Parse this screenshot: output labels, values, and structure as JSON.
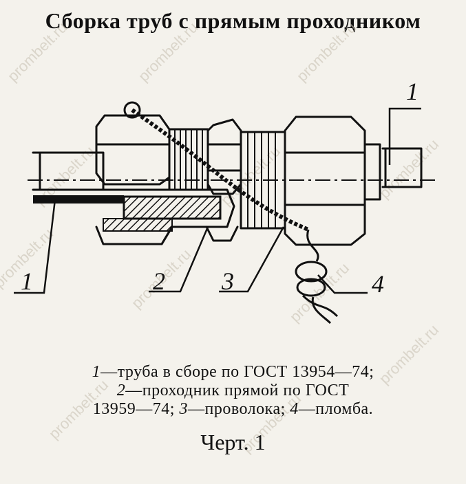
{
  "title": "Сборка труб с прямым проходником",
  "callouts": {
    "c1_top": "1",
    "c1_left": "1",
    "c2": "2",
    "c3": "3",
    "c4": "4"
  },
  "caption": {
    "l1_n1": "1",
    "l1_t1": "—труба в сборе по ГОСТ 13954—74;",
    "l2_n2": "2",
    "l2_t2": "—проходник прямой по ГОСТ",
    "l3_t3": "13959—74; ",
    "l3_n3": "3",
    "l3_t4": "—проволока; ",
    "l3_n4": "4",
    "l3_t5": "—пломба."
  },
  "drawing_label": "Черт. 1",
  "watermark_text": "prombelt.ru",
  "colors": {
    "ink": "#111111",
    "paper": "#f4f2ec",
    "watermark": "#c9c2b4"
  }
}
